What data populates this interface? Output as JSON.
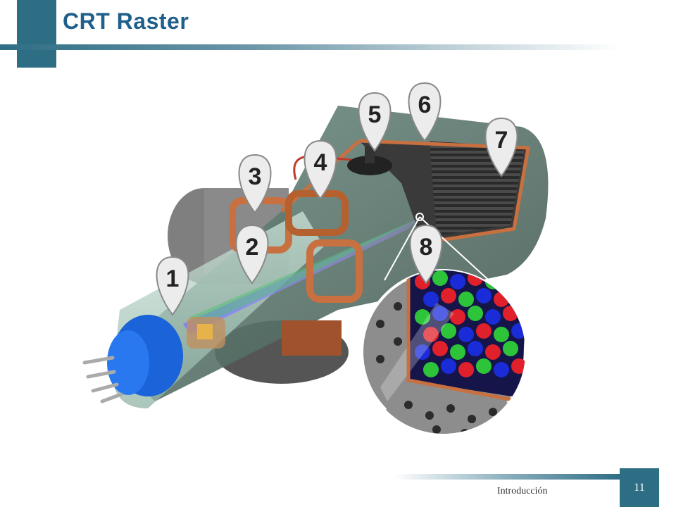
{
  "slide": {
    "title": "CRT Raster",
    "footer": "Introducción",
    "page_number": "11"
  },
  "figure": {
    "markers": [
      "1",
      "2",
      "3",
      "4",
      "5",
      "6",
      "7",
      "8"
    ],
    "colors": {
      "accent": "#2e6e85",
      "title": "#1f5f8b",
      "phosphor_red": "#e0202a",
      "phosphor_green": "#2dc43a",
      "phosphor_blue": "#1a2cd8",
      "socket_blue": "#1a63d8",
      "copper": "#c8703f"
    }
  }
}
